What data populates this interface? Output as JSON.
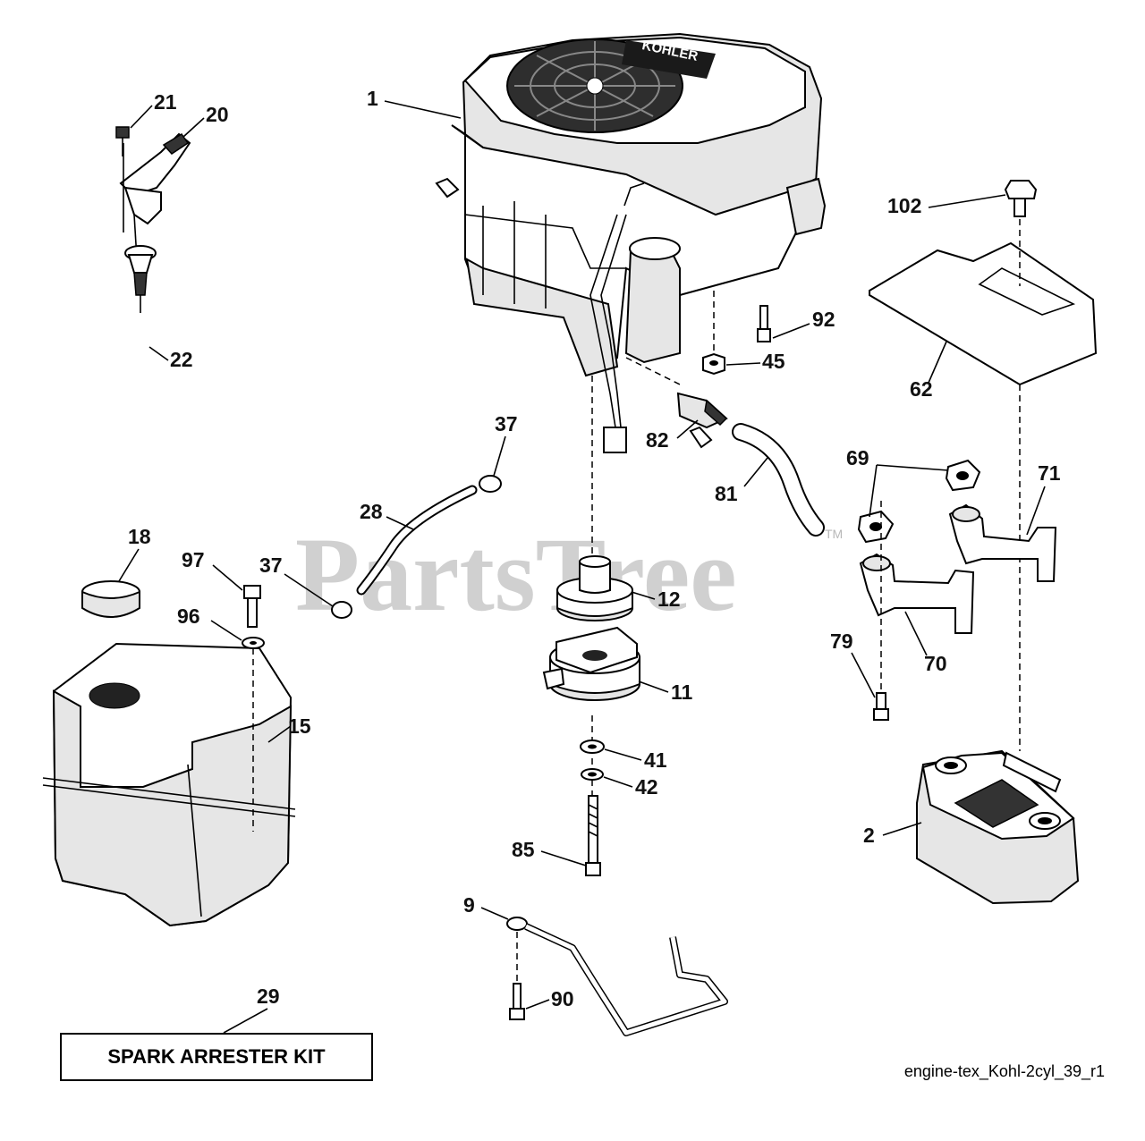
{
  "diagram": {
    "watermark": "PartsTree",
    "watermark_mark": "TM",
    "drawing_code": "engine-tex_Kohl-2cyl_39_r1",
    "kit_label": "SPARK ARRESTER KIT",
    "engine_brand": "KOHLER",
    "callouts": {
      "c1": "1",
      "c2": "2",
      "c9": "9",
      "c11": "11",
      "c12": "12",
      "c15": "15",
      "c18": "18",
      "c20": "20",
      "c21": "21",
      "c22": "22",
      "c28": "28",
      "c29": "29",
      "c37a": "37",
      "c37b": "37",
      "c41": "41",
      "c42": "42",
      "c45": "45",
      "c62": "62",
      "c69": "69",
      "c70": "70",
      "c71": "71",
      "c79": "79",
      "c81": "81",
      "c82": "82",
      "c85": "85",
      "c90": "90",
      "c92": "92",
      "c96": "96",
      "c97": "97",
      "c102": "102"
    }
  }
}
